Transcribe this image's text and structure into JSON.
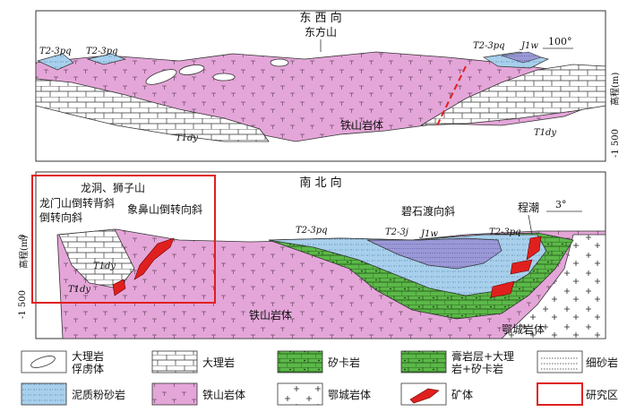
{
  "section_top": {
    "title": "东 西 向",
    "mountain": "东方山",
    "units": {
      "pq_left": "T2-3pq",
      "pq_mid": "T2-3pq",
      "pq_right": "T2-3pq",
      "jw_right": "J1w",
      "dy_left": "T1dy",
      "dy_right": "T1dy"
    },
    "rock_label": "铁山岩体",
    "angle": "100°",
    "axis_label": "高程(m)",
    "axis_tick": "-1 500"
  },
  "section_bottom": {
    "title": "南 北 向",
    "structures": {
      "a": "龙洞、狮子山",
      "b": "龙门山倒转背斜",
      "c": "倒转向斜",
      "d": "象鼻山倒转向斜",
      "e": "碧石渡向斜",
      "f": "程潮"
    },
    "units": {
      "pq_a": "T2-3pq",
      "j": "T2-3j",
      "jw": "J1w",
      "pq_b": "T2-3pq",
      "dy_a": "T1dy",
      "dy_b": "T1dy"
    },
    "rock_label": "铁山岩体",
    "rock_label_2": "鄂城岩体",
    "angle": "3°",
    "axis_label": "高程(m)",
    "tick_0": "0",
    "tick_1500": "-1 500"
  },
  "legend": [
    {
      "key": "marble-xenolith",
      "label_1": "大理岩",
      "label_2": "俘虏体"
    },
    {
      "key": "marble",
      "label_1": "大理岩",
      "label_2": ""
    },
    {
      "key": "skarn",
      "label_1": "矽卡岩",
      "label_2": ""
    },
    {
      "key": "gypsum",
      "label_1": "膏岩层+大理",
      "label_2": "岩+矽卡岩"
    },
    {
      "key": "sandstone",
      "label_1": "细砂岩",
      "label_2": ""
    },
    {
      "key": "siltstone",
      "label_1": "泥质粉砂岩",
      "label_2": ""
    },
    {
      "key": "tieshan",
      "label_1": "铁山岩体",
      "label_2": ""
    },
    {
      "key": "echeng",
      "label_1": "鄂城岩体",
      "label_2": ""
    },
    {
      "key": "ore",
      "label_1": "矿体",
      "label_2": ""
    },
    {
      "key": "study",
      "label_1": "研究区",
      "label_2": ""
    }
  ],
  "colors": {
    "intrusion": "#e4a6d8",
    "siltstone": "#a8d0ec",
    "sandstone_purple": "#9a98d6",
    "skarn": "#5bb848",
    "ore": "#e0201e",
    "frame": "#e02020",
    "fault": "#e0201e"
  }
}
